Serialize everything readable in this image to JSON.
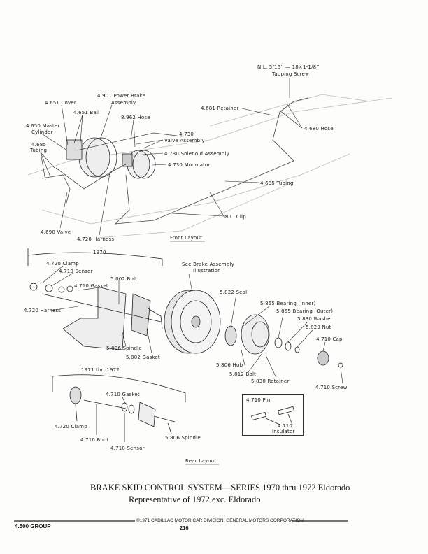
{
  "front": {
    "layout_label": "Front Layout",
    "labels": {
      "screw1": "N.L. 5/16'' — 18×1-1/8''",
      "screw2": "Tapping Screw",
      "pb1": "4.901 Power Brake",
      "pb2": "Assembly",
      "cover": "4.651 Cover",
      "bail": "4.651 Bail",
      "hose8962": "8.962 Hose",
      "retainer": "4.681 Retainer",
      "mc1": "4.650 Master",
      "mc2": "Cylinder",
      "hose4680": "4.680 Hose",
      "va1": "4.730",
      "va2": "Valve Assembly",
      "tub1": "4.685",
      "tub2": "Tubing",
      "solenoid": "4.730 Solenoid Assembly",
      "modulator": "4.730 Modulator",
      "tubing": "4.685 Tubing",
      "clip": "N.L. Clip",
      "valve": "4.690 Valve",
      "harness": "4.720 Harness"
    }
  },
  "rear": {
    "layout_label": "Rear Layout",
    "labels": {
      "y1970": "1970",
      "clamp1": "4.720 Clamp",
      "seeb1": "See Brake Assembly",
      "seeb2": "Illustration",
      "sensor1": "4.710 Sensor",
      "bolt5002": "5.002 Bolt",
      "gasket1": "4.710 Gasket",
      "seal": "5.822 Seal",
      "bearin": "5.855 Bearing (Inner)",
      "harness": "4.720 Harness",
      "bearout": "5.855 Bearing (Outer)",
      "washer": "5.830 Washer",
      "nut": "5.829 Nut",
      "cap": "4.710 Cap",
      "spindle1": "5.806 Spindle",
      "gasket5002": "5.002 Gasket",
      "hub": "5.806 Hub",
      "y7172": "1971 thru1972",
      "bolt5812": "5.812 Bolt",
      "retainer": "5.830 Retainer",
      "screw": "4.710 Screw",
      "gasket2": "4.710 Gasket",
      "pin": "4.710 Pin",
      "clamp2": "4.720 Clamp",
      "ins1": "4.710",
      "ins2": "Insulator",
      "boot": "4.710 Boot",
      "spindle2": "5.806 Spindle",
      "sensor2": "4.710 Sensor"
    }
  },
  "caption": {
    "title": "BRAKE SKID CONTROL SYSTEM—SERIES 1970 thru 1972 Eldorado",
    "subtitle": "Representative of 1972 exc. Eldorado"
  },
  "footer": {
    "copyright": "©1971 CADILLAC MOTOR CAR DIVISION, GENERAL MOTORS CORPORATION",
    "group": "4.500 GROUP",
    "page": "216"
  }
}
